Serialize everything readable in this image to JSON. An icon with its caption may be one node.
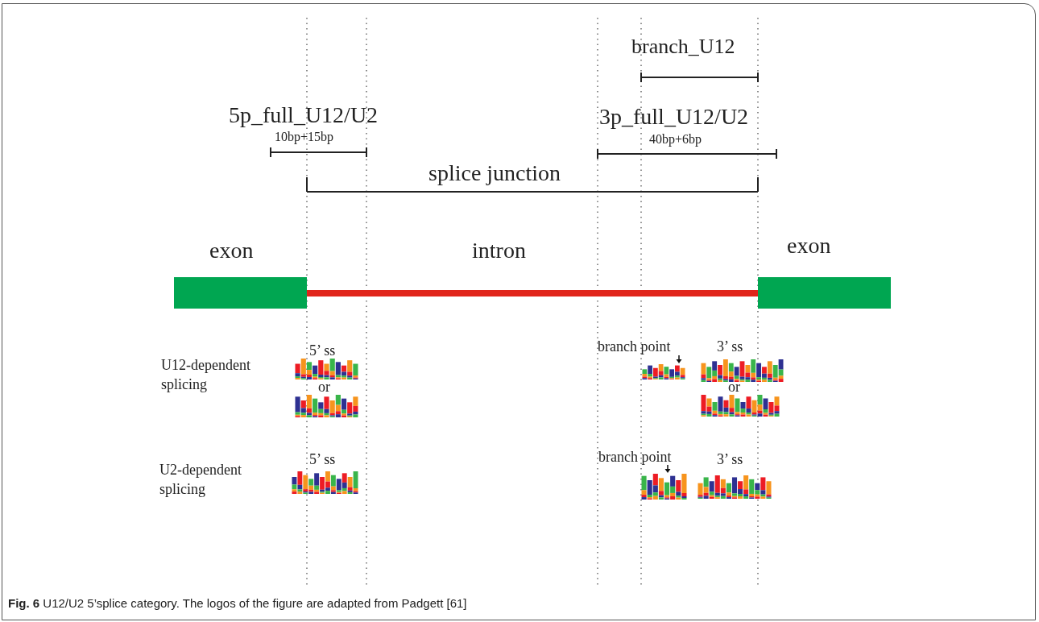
{
  "diagram": {
    "caption": "**Fig. 6** U12/U2 5’splice category. The logos of the figure are adapted from Padgett [61]",
    "nodes": [
      {
        "text": [
          "exon"
        ]
      },
      {
        "text": [
          "intron"
        ]
      },
      {
        "text": [
          "exon"
        ]
      }
    ],
    "labels": [
      "branch_U12",
      "5p_full_U12/U2",
      "10bp+15bp",
      "3p_full_U12/U2",
      "40bp+6bp",
      "splice junction",
      "U12-dependent splicing",
      "5’ ss",
      "or",
      "branch point",
      "3’ ss",
      "or",
      "U2-dependent splicing",
      "5’ ss",
      "branch point",
      "3’ ss"
    ]
  }
}
